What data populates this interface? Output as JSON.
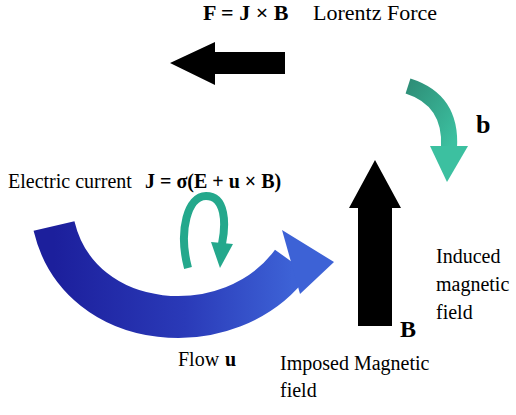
{
  "diagram": {
    "labels": [
      "F = J × B",
      "Lorentz Force",
      "b",
      "Electric current",
      "J = σ(E + u × B)",
      "Induced magnetic field",
      "B",
      "Flow",
      "u",
      "Imposed Magnetic field"
    ]
  }
}
